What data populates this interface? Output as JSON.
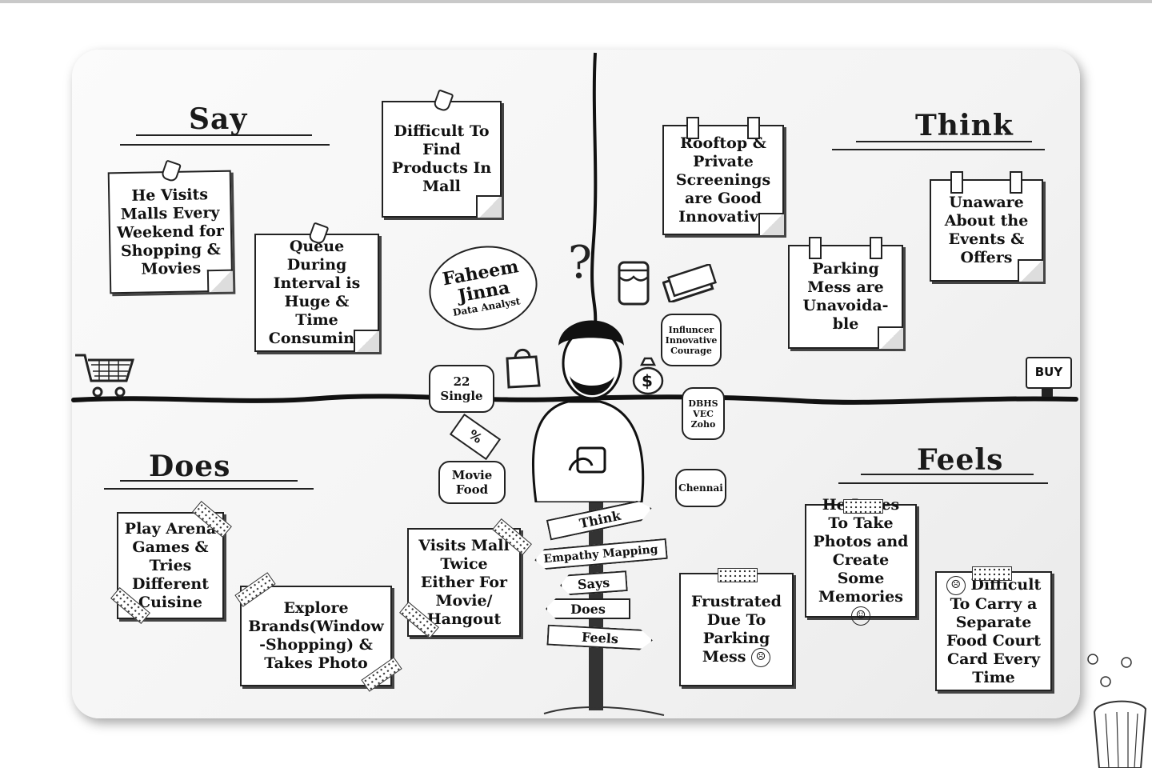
{
  "quadrants": {
    "say": "Say",
    "think": "Think",
    "does": "Does",
    "feels": "Feels"
  },
  "notes": {
    "say_1": "He Visits Malls Every Weekend for Shopping & Movies",
    "say_2": "Difficult To Find Products In Mall",
    "say_3": "Queue During Interval is Huge & Time Consuming",
    "think_1": "Rooftop & Private Screenings are Good Innovative",
    "think_2": "Unaware About the Events & Offers",
    "think_3": "Parking Mess are Unavoida-ble",
    "does_1": "Play Arena Games & Tries Different Cuisine",
    "does_2": "Explore Brands(Window -Shopping) & Takes Photo",
    "does_3": "Visits Mall Twice Either For Movie/ Hangout",
    "feels_1": "He Loves To Take Photos and Create Some Memories",
    "feels_2": "Frustrated Due To Parking Mess",
    "feels_3": "Difficult To Carry a Separate Food Court Card Every Time"
  },
  "persona": {
    "name_line1": "Faheem",
    "name_line2": "Jinna",
    "role": "Data Analyst",
    "age": "22",
    "status": "Single",
    "interests_1": "Movie",
    "interests_2": "Food",
    "traits_1": "Influncer",
    "traits_2": "Innovative",
    "traits_3": "Courage",
    "education_1": "DBHS",
    "education_2": "VEC",
    "education_3": "Zoho",
    "city": "Chennai"
  },
  "signpost": {
    "think": "Think",
    "title": "Empathy Mapping",
    "says": "Says",
    "does": "Does",
    "feels": "Feels"
  },
  "icons": {
    "question": "?",
    "buy": "BUY",
    "cart": "shopping-cart-icon",
    "dollar": "$",
    "percent": "%"
  }
}
